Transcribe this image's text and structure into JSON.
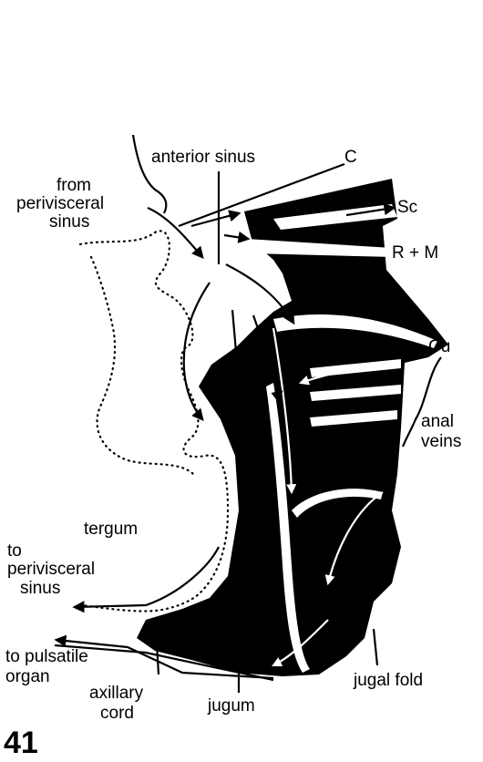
{
  "figure_number": "41",
  "labels": {
    "anterior_sinus": "anterior sinus",
    "from_line1": "from",
    "from_line2": "perivisceral",
    "from_line3": "sinus",
    "c": "C",
    "sc": "Sc",
    "r_m": "R + M",
    "cu": "Cu",
    "anal_line1": "anal",
    "anal_line2": "veins",
    "tergum": "tergum",
    "to_peri_line1": "to",
    "to_peri_line2": "perivisceral",
    "to_peri_line3": "sinus",
    "to_puls_line1": "to pulsatile",
    "to_puls_line2": "organ",
    "axillary_line1": "axillary",
    "axillary_line2": "cord",
    "jugum": "jugum",
    "jugal_fold": "jugal fold"
  }
}
